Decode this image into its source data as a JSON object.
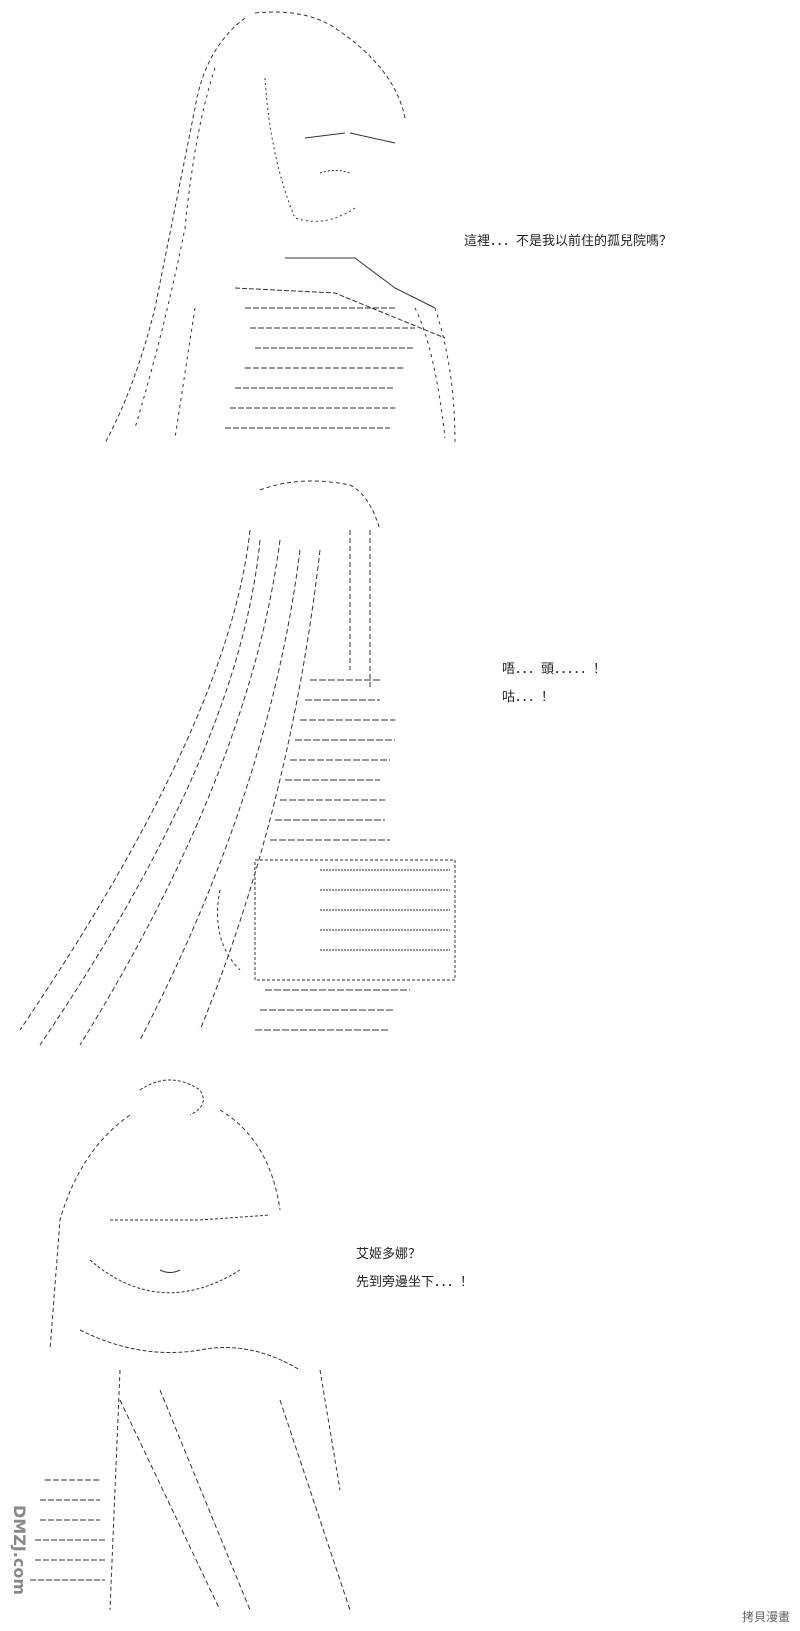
{
  "panels": [
    {
      "id": "panel-1",
      "lines": [
        "這裡．．．不是我以前住的孤兒院嗎？"
      ]
    },
    {
      "id": "panel-2",
      "lines": [
        "唔．．．頭．．．．．！",
        "咕．．．！"
      ]
    },
    {
      "id": "panel-3",
      "lines": [
        "艾姬多娜？",
        "先到旁邊坐下．．．！"
      ]
    }
  ],
  "watermark": {
    "left_logo": "DMZJ.com",
    "right_text": "拷貝漫畫"
  },
  "colors": {
    "ink": "#222222",
    "background": "#ffffff",
    "watermark": "#777777"
  }
}
